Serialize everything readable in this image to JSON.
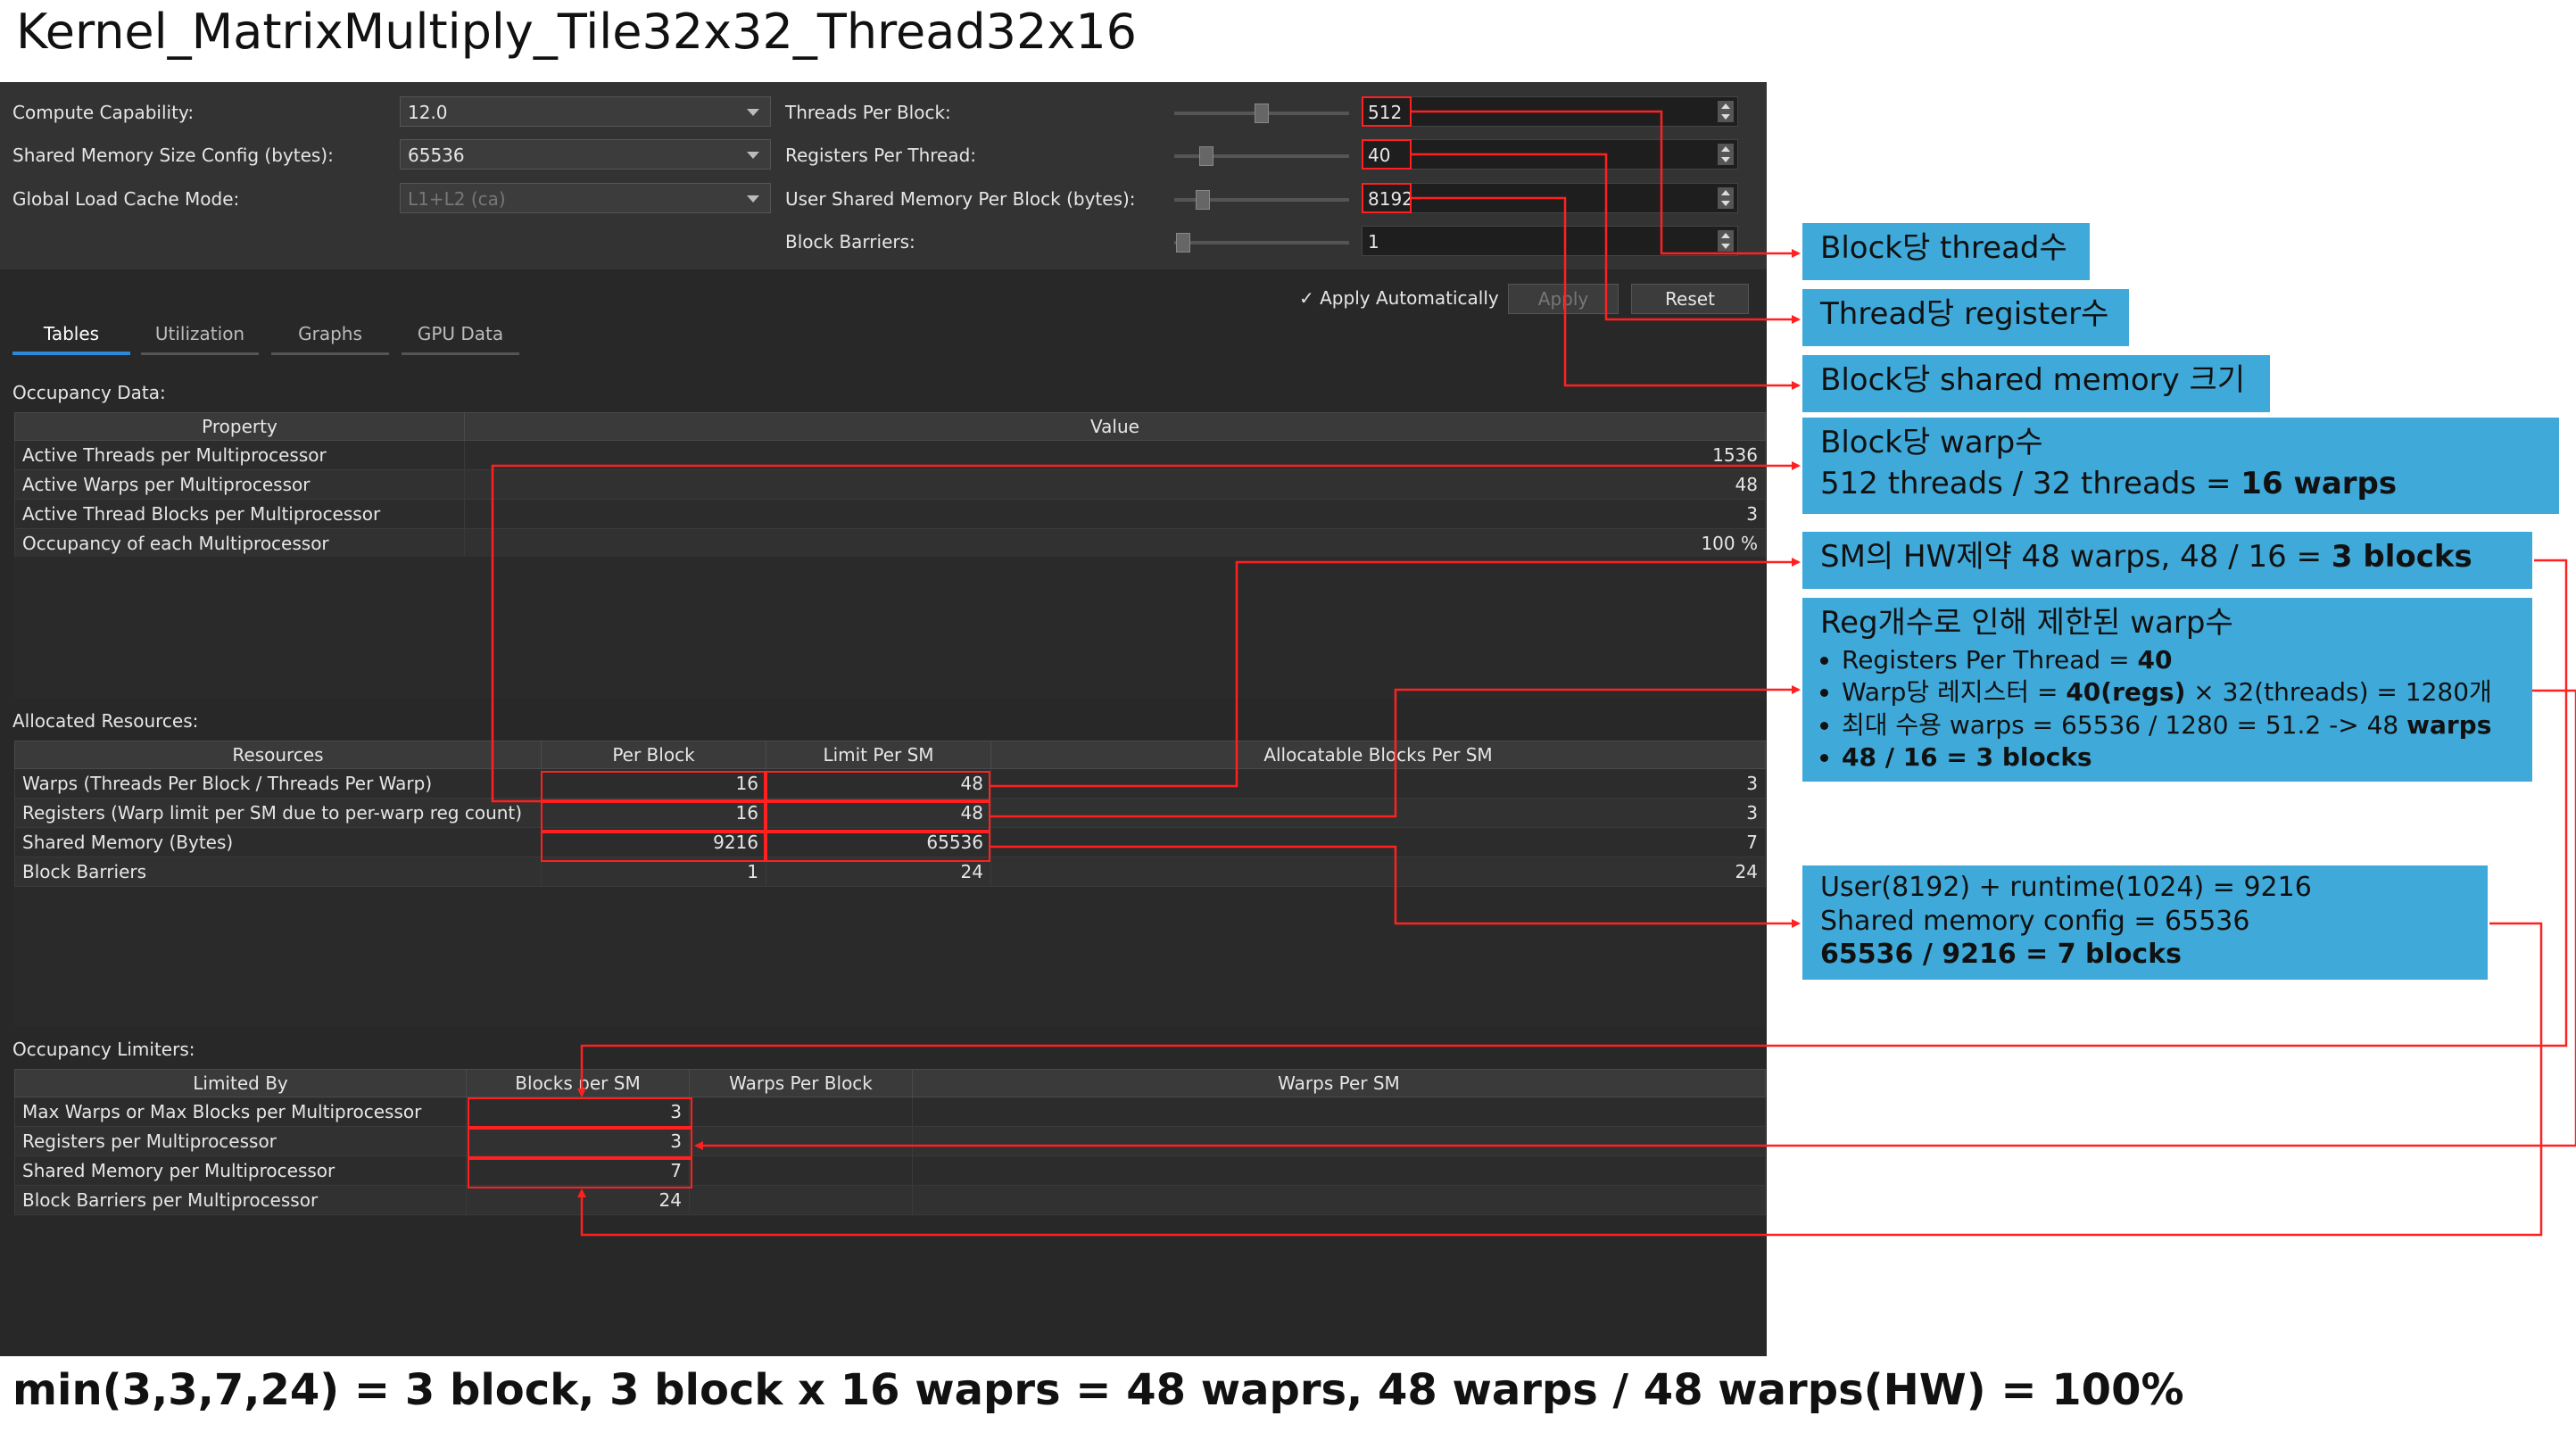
{
  "title": "Kernel_MatrixMultiply_Tile32x32_Thread32x16",
  "config": {
    "compute_capability": {
      "label": "Compute Capability:",
      "value": "12.0"
    },
    "shared_mem_config": {
      "label": "Shared Memory Size Config (bytes):",
      "value": "65536"
    },
    "cache_mode": {
      "label": "Global Load Cache Mode:",
      "value": "L1+L2 (ca)"
    },
    "threads_per_block": {
      "label": "Threads Per Block:",
      "value": "512"
    },
    "registers_per_thread": {
      "label": "Registers Per Thread:",
      "value": "40"
    },
    "user_shared_mem": {
      "label": "User Shared Memory Per Block (bytes):",
      "value": "8192"
    },
    "block_barriers": {
      "label": "Block Barriers:",
      "value": "1"
    }
  },
  "actions": {
    "apply_auto": "Apply Automatically",
    "apply": "Apply",
    "reset": "Reset"
  },
  "tabs": [
    "Tables",
    "Utilization",
    "Graphs",
    "GPU Data"
  ],
  "occupancy": {
    "section": "Occupancy Data:",
    "headers": [
      "Property",
      "Value"
    ],
    "rows": [
      [
        "Active Threads per Multiprocessor",
        "1536"
      ],
      [
        "Active Warps per Multiprocessor",
        "48"
      ],
      [
        "Active Thread Blocks per Multiprocessor",
        "3"
      ],
      [
        "Occupancy of each Multiprocessor",
        "100 %"
      ]
    ]
  },
  "resources": {
    "section": "Allocated Resources:",
    "headers": [
      "Resources",
      "Per Block",
      "Limit Per SM",
      "Allocatable Blocks Per SM"
    ],
    "rows": [
      [
        "Warps (Threads Per Block / Threads Per Warp)",
        "16",
        "48",
        "3"
      ],
      [
        "Registers (Warp limit per SM due to per-warp reg count)",
        "16",
        "48",
        "3"
      ],
      [
        "Shared Memory (Bytes)",
        "9216",
        "65536",
        "7"
      ],
      [
        "Block Barriers",
        "1",
        "24",
        "24"
      ]
    ]
  },
  "limiters": {
    "section": "Occupancy Limiters:",
    "headers": [
      "Limited By",
      "Blocks per SM",
      "Warps Per Block",
      "Warps Per SM"
    ],
    "rows": [
      [
        "Max Warps or Max Blocks per Multiprocessor",
        "3",
        "",
        ""
      ],
      [
        "Registers per Multiprocessor",
        "3",
        "",
        ""
      ],
      [
        "Shared Memory per Multiprocessor",
        "7",
        "",
        ""
      ],
      [
        "Block Barriers per Multiprocessor",
        "24",
        "",
        ""
      ]
    ]
  },
  "annotations": {
    "a1": "Block당 thread수",
    "a2": "Thread당 register수",
    "a3": "Block당 shared memory 크기",
    "a4_l1": "Block당 warp수",
    "a4_l2a": "512 threads / 32 threads = ",
    "a4_l2b": "16 warps",
    "a5a": "SM의 HW제약 48 warps, 48 / 16 = ",
    "a5b": "3 blocks",
    "a6_title": "Reg개수로 인해 제한된 warp수",
    "a6_b1a": "Registers Per Thread = ",
    "a6_b1b": "40",
    "a6_b2a": "Warp당 레지스터 = ",
    "a6_b2b": "40(regs)",
    "a6_b2c": " × 32(threads) = 1280개",
    "a6_b3a": "최대 수용 warps = 65536 / 1280 = 51.2 -> 48 ",
    "a6_b3b": "warps",
    "a6_b4": "48 / 16 = 3 blocks",
    "a7_l1": "User(8192) + runtime(1024) = 9216",
    "a7_l2": "Shared memory config = 65536",
    "a7_l3": "65536 / 9216 = 7 blocks"
  },
  "formula": "min(3,3,7,24) = 3 block, 3 block x 16 waprs = 48 waprs, 48 warps / 48 warps(HW) = 100%",
  "colors": {
    "panel": "#282828",
    "annotation_box": "#3fa9d9",
    "arrow": "#ff2020",
    "tab_active": "#2a8ad8"
  }
}
